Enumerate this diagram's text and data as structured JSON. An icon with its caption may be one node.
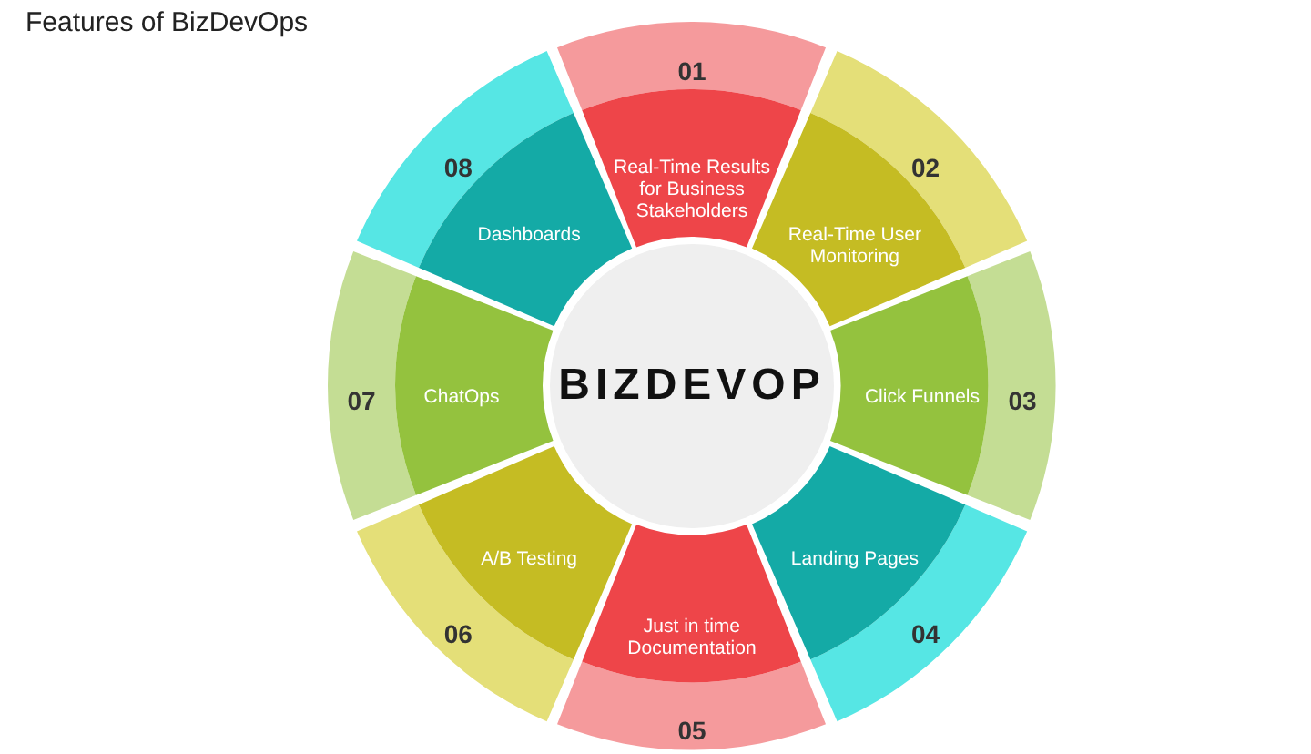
{
  "diagram": {
    "title": "Features of BizDevOps",
    "nodes": [
      {
        "text": [
          "BIZDEVOP"
        ]
      },
      {
        "text": [
          "01",
          "Real-Time Results for Business Stakeholders"
        ]
      },
      {
        "text": [
          "02",
          "Real-Time User Monitoring"
        ]
      },
      {
        "text": [
          "Click Funnels",
          "03"
        ]
      },
      {
        "text": [
          "Landing Pages",
          "04"
        ]
      },
      {
        "text": [
          "Just in time Documentation",
          "05"
        ]
      },
      {
        "text": [
          "A/B Testing",
          "06"
        ]
      },
      {
        "text": [
          "07",
          "ChatOps"
        ]
      },
      {
        "text": [
          "08",
          "Dashboards"
        ]
      }
    ],
    "edges": []
  }
}
